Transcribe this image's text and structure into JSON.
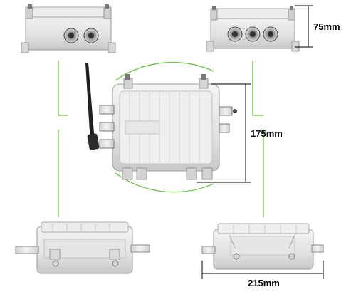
{
  "dimensions": {
    "height": "75mm",
    "width": "175mm",
    "depth": "215mm"
  },
  "colors": {
    "guide_line": "#5fbf3a",
    "dimension_line": "#000000",
    "housing": "#e6e6e6",
    "housing_shadow": "#bdbdbd",
    "antenna": "#1a1a1a"
  },
  "views": [
    "top-view",
    "rear-view",
    "front-view",
    "side-view-left",
    "side-view-right"
  ]
}
